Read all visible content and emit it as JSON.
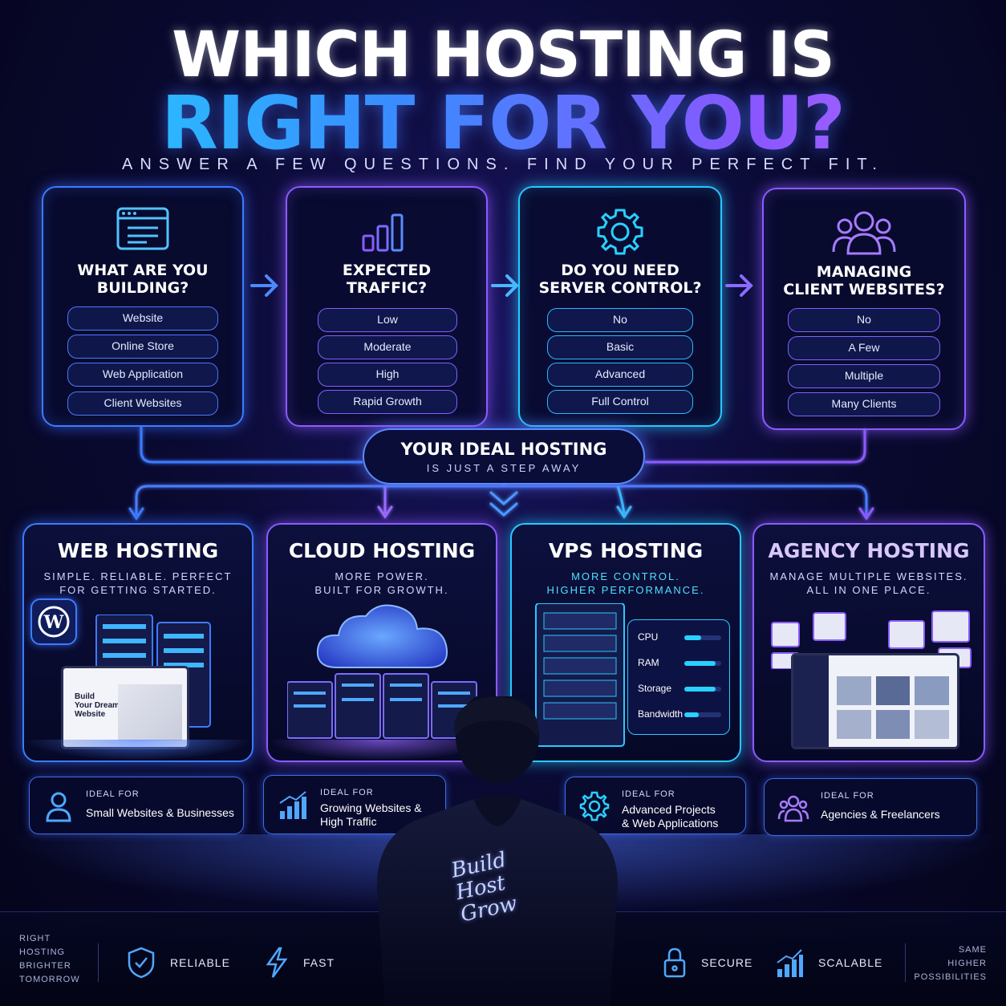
{
  "header": {
    "title_line1": "WHICH HOSTING IS",
    "title_line2": "RIGHT FOR YOU?",
    "subtitle": "ANSWER A FEW QUESTIONS. FIND YOUR PERFECT FIT."
  },
  "questions": [
    {
      "title": "WHAT ARE YOU\nBUILDING?",
      "icon": "browser-window-icon",
      "options": [
        "Website",
        "Online Store",
        "Web Application",
        "Client Websites"
      ]
    },
    {
      "title": "EXPECTED\nTRAFFIC?",
      "icon": "bar-chart-icon",
      "options": [
        "Low",
        "Moderate",
        "High",
        "Rapid Growth"
      ]
    },
    {
      "title": "DO YOU NEED\nSERVER CONTROL?",
      "icon": "gear-icon",
      "options": [
        "No",
        "Basic",
        "Advanced",
        "Full Control"
      ]
    },
    {
      "title": "MANAGING\nCLIENT WEBSITES?",
      "icon": "users-icon",
      "options": [
        "No",
        "A Few",
        "Multiple",
        "Many Clients"
      ]
    }
  ],
  "center": {
    "title": "YOUR IDEAL HOSTING",
    "subtitle": "IS JUST A STEP AWAY"
  },
  "hosting": [
    {
      "title": "WEB HOSTING",
      "subtitle": "SIMPLE. RELIABLE. PERFECT\nFOR GETTING STARTED.",
      "ideal_label": "IDEAL FOR",
      "ideal_value": "Small Websites & Businesses",
      "icon": "user-icon",
      "screen": {
        "headline": "Build\nYour Dream\nWebsite",
        "brand": "WordPress"
      }
    },
    {
      "title": "CLOUD HOSTING",
      "subtitle": "MORE POWER.\nBUILT FOR GROWTH.",
      "ideal_label": "IDEAL FOR",
      "ideal_value": "Growing Websites &\nHigh Traffic",
      "icon": "growth-chart-icon"
    },
    {
      "title": "VPS HOSTING",
      "subtitle": "MORE CONTROL.\nHIGHER PERFORMANCE.",
      "ideal_label": "IDEAL FOR",
      "ideal_value": "Advanced Projects\n& Web Applications",
      "icon": "gear-icon",
      "resources": [
        {
          "label": "CPU",
          "level": 0.45
        },
        {
          "label": "RAM",
          "level": 0.85
        },
        {
          "label": "Storage",
          "level": 0.85
        },
        {
          "label": "Bandwidth",
          "level": 0.4
        }
      ]
    },
    {
      "title": "AGENCY HOSTING",
      "subtitle": "MANAGE MULTIPLE WEBSITES.\nALL IN ONE PLACE.",
      "ideal_label": "IDEAL FOR",
      "ideal_value": "Agencies & Freelancers",
      "icon": "users-icon"
    }
  ],
  "footer": {
    "tag_left": "RIGHT\nHOSTING\nBRIGHTER\nTOMORROW",
    "tag_right": "SAME\nHIGHER\nPOSSIBILITIES",
    "features": [
      {
        "label": "RELIABLE",
        "icon": "shield-check-icon"
      },
      {
        "label": "FAST",
        "icon": "lightning-icon"
      },
      {
        "label": "SECURE",
        "icon": "lock-icon"
      },
      {
        "label": "SCALABLE",
        "icon": "growth-chart-icon"
      }
    ],
    "hoodie_text": "Build\nHost\nGrow"
  },
  "colors": {
    "blue": "#3d7bff",
    "violet": "#8a5cff",
    "cyan": "#27c8ff",
    "background": "#0a0a33"
  }
}
